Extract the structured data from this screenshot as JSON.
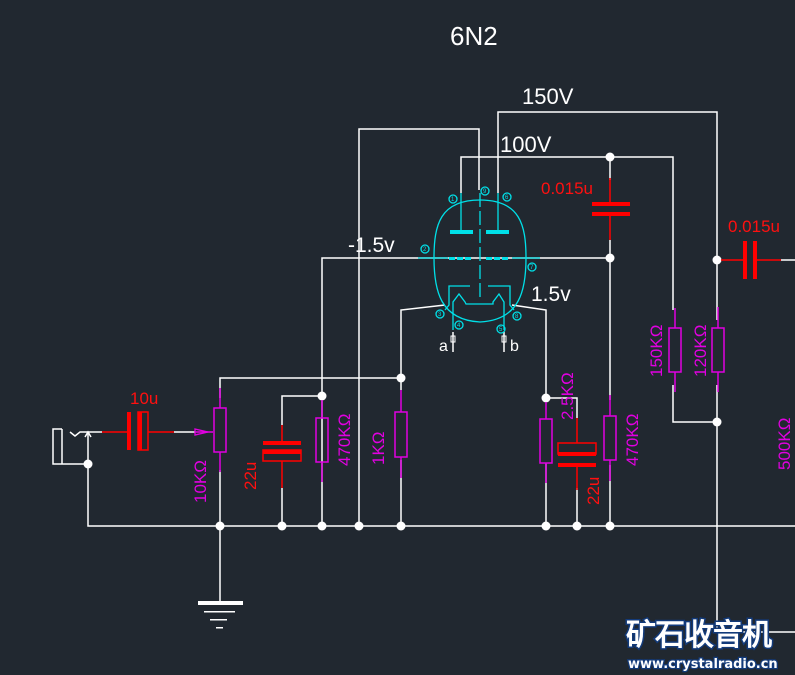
{
  "title": "6N2",
  "voltages": {
    "b_plus_150": "150V",
    "b_plus_100": "100V",
    "grid_bias": "-1.5v",
    "cathode": "1.5v"
  },
  "heater_terminals": {
    "a": "a",
    "b": "b"
  },
  "tube": {
    "type": "6N2",
    "pins": [
      "1",
      "2",
      "3",
      "4",
      "5",
      "6",
      "7",
      "8",
      "9"
    ]
  },
  "components": {
    "c_input": {
      "value": "10u",
      "type": "electrolytic-capacitor"
    },
    "vr_volume": {
      "value": "10KΩ",
      "type": "potentiometer"
    },
    "c_bypass_left": {
      "value": "22u",
      "type": "electrolytic-capacitor"
    },
    "r_grid_left": {
      "value": "470KΩ",
      "type": "resistor"
    },
    "r_cathode_left": {
      "value": "1KΩ",
      "type": "resistor"
    },
    "r_cathode_right": {
      "value": "2.5KΩ",
      "type": "resistor"
    },
    "c_cathode_right": {
      "value": "22u",
      "type": "electrolytic-capacitor"
    },
    "r_grid_right": {
      "value": "470KΩ",
      "type": "resistor"
    },
    "c_coupling_1": {
      "value": "0.015u",
      "type": "capacitor"
    },
    "c_coupling_2": {
      "value": "0.015u",
      "type": "capacitor"
    },
    "r_plate_1": {
      "value": "150KΩ",
      "type": "resistor"
    },
    "r_plate_2": {
      "value": "120KΩ",
      "type": "resistor"
    },
    "r_output": {
      "value": "500KΩ",
      "type": "resistor"
    }
  },
  "watermark": {
    "name": "矿石收音机",
    "url": "www.crystalradio.cn"
  }
}
